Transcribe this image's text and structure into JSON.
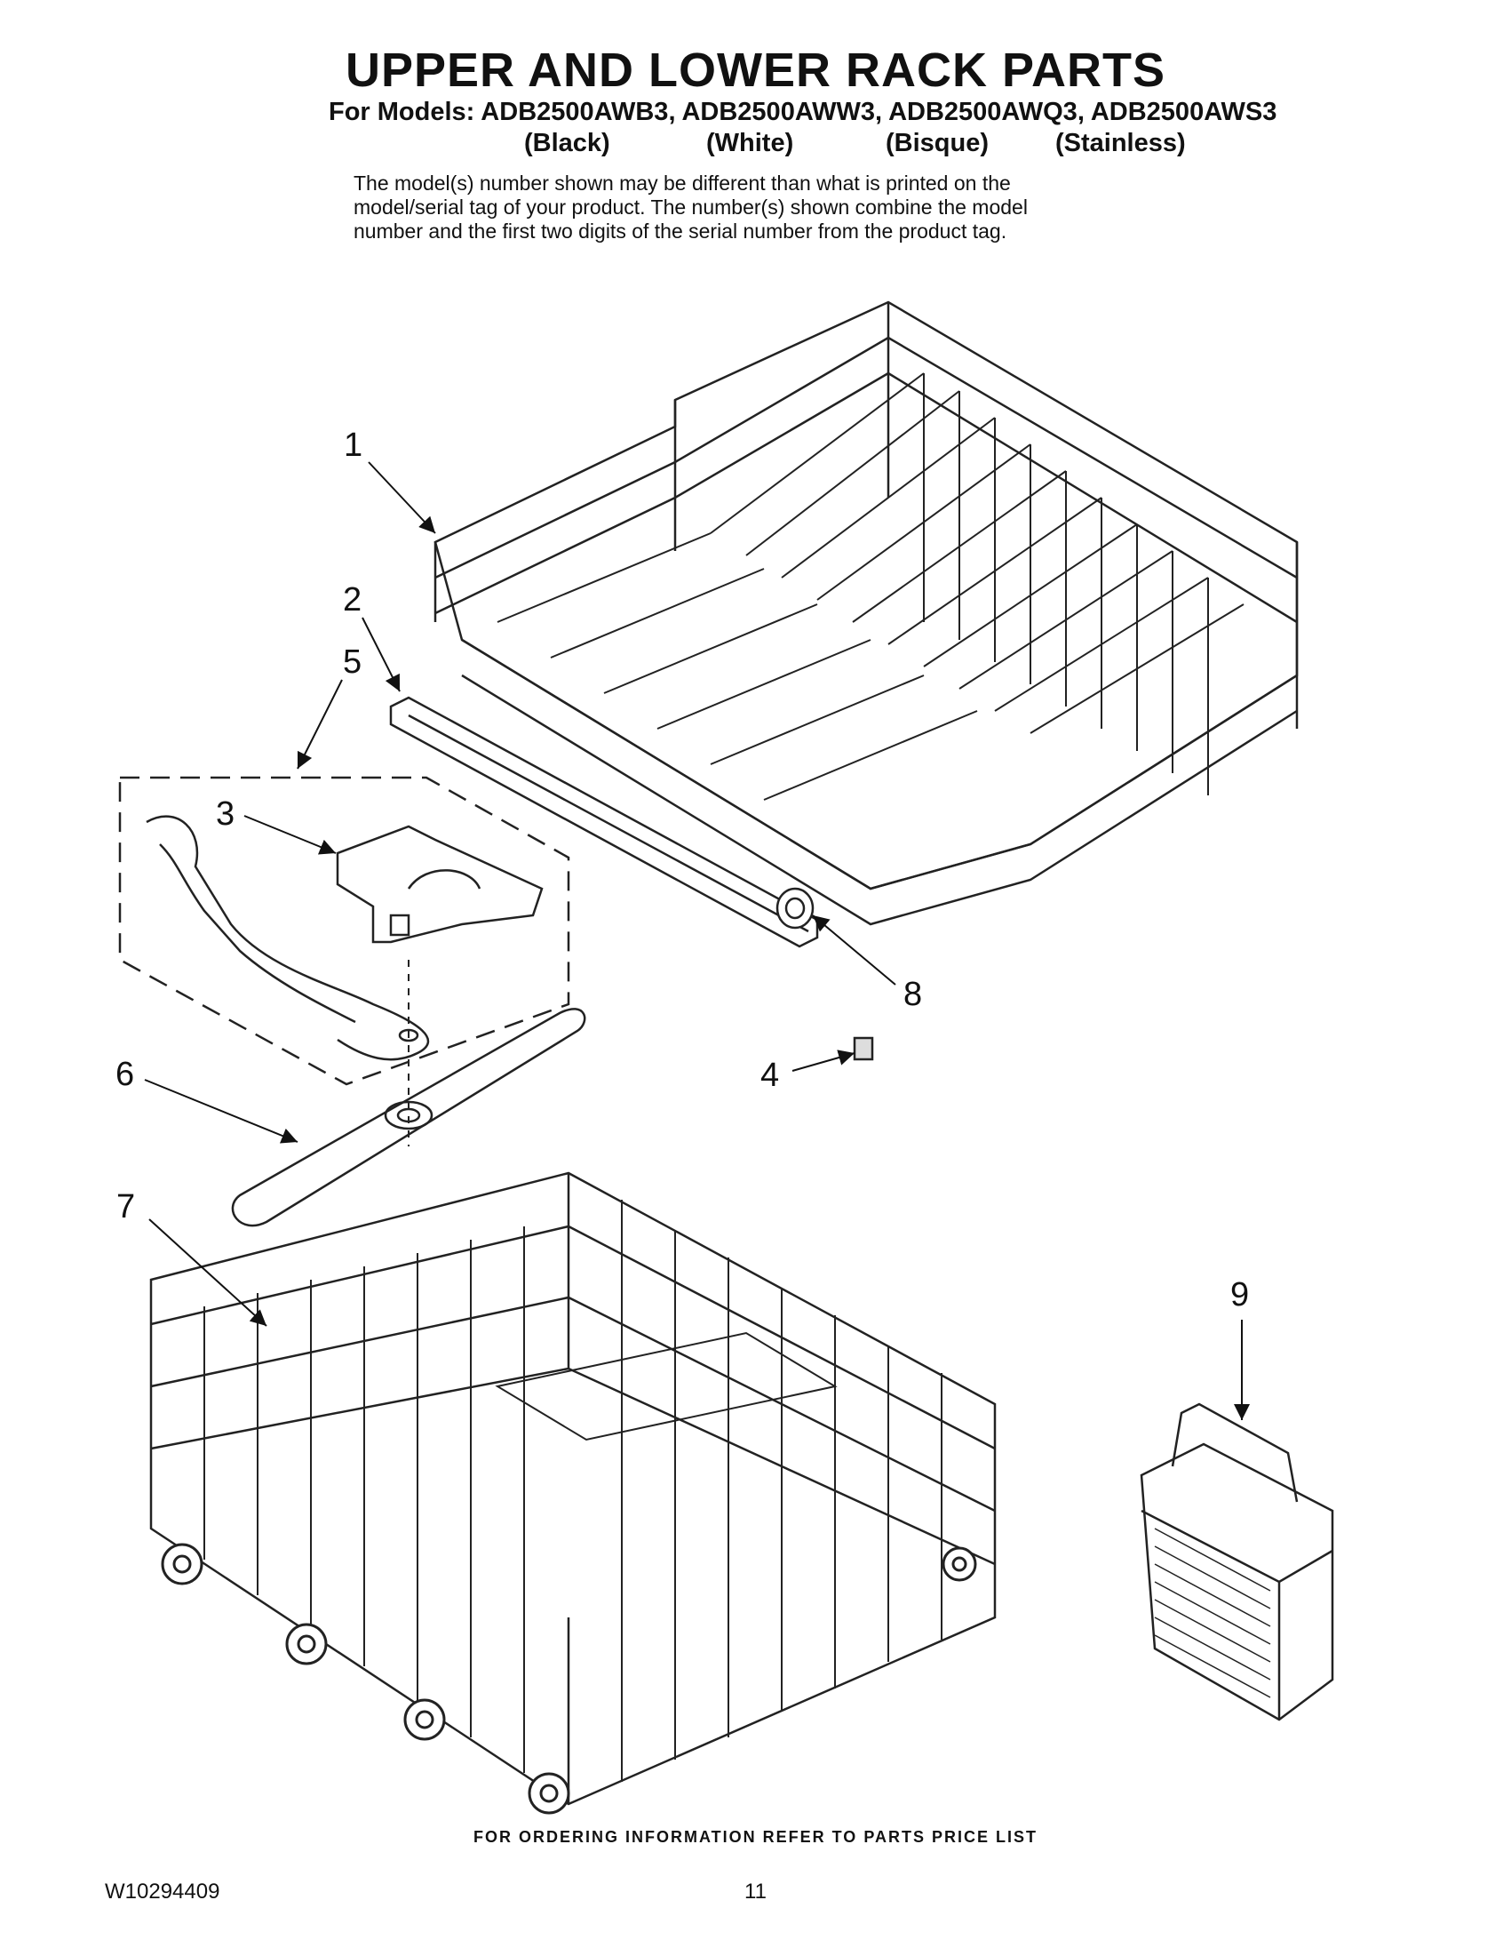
{
  "header": {
    "title": "UPPER AND LOWER RACK PARTS",
    "models_line": "For Models: ADB2500AWB3, ADB2500AWW3, ADB2500AWQ3, ADB2500AWS3",
    "colors": [
      "(Black)",
      "(White)",
      "(Bisque)",
      "(Stainless)"
    ]
  },
  "note_lines": [
    "The model(s) number shown may be different than what is printed on the",
    "model/serial tag of your product. The number(s) shown combine the model",
    "number and the first two digits of the serial number from the product tag."
  ],
  "callouts": [
    "1",
    "2",
    "3",
    "4",
    "5",
    "6",
    "7",
    "8",
    "9"
  ],
  "footer": {
    "ordering": "FOR ORDERING INFORMATION REFER TO PARTS PRICE LIST",
    "doc_number": "W10294409",
    "page_number": "11"
  }
}
